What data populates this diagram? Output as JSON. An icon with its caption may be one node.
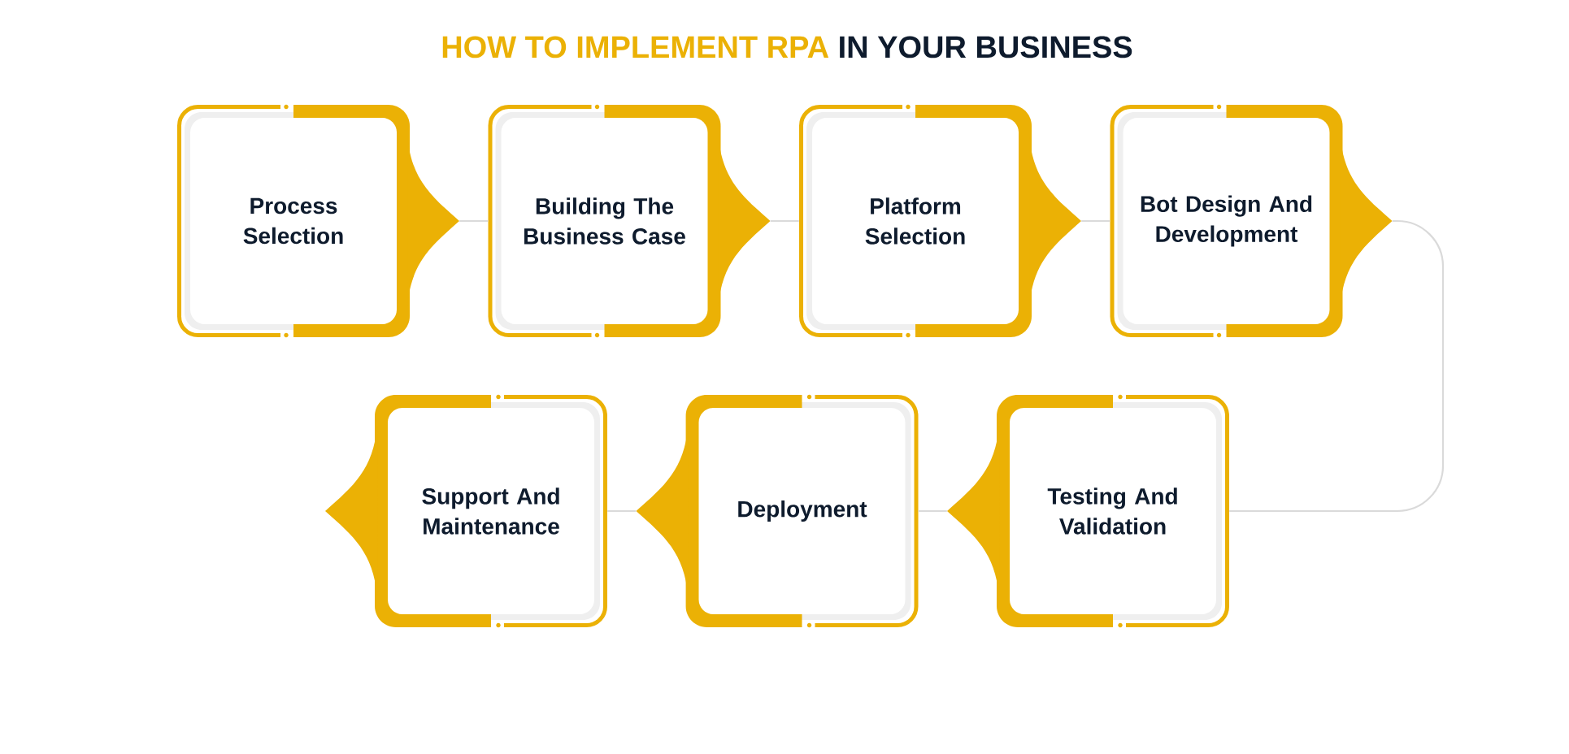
{
  "diagram": {
    "title": "**HOW TO IMPLEMENT RPA** IN YOUR BUSINESS",
    "nodes": [
      {
        "text": [
          "Process Selection"
        ]
      },
      {
        "text": [
          "Building The Business Case"
        ]
      },
      {
        "text": [
          "Platform Selection"
        ]
      },
      {
        "text": [
          "Bot Design And Development"
        ]
      },
      {
        "text": [
          "Testing And Validation"
        ]
      },
      {
        "text": [
          "Deployment"
        ]
      },
      {
        "text": [
          "Support And Maintenance"
        ]
      }
    ],
    "edges": [
      {
        "from": 0,
        "to": 1,
        "arrow": "none"
      },
      {
        "from": 1,
        "to": 2,
        "arrow": "none"
      },
      {
        "from": 2,
        "to": 3,
        "arrow": "none"
      },
      {
        "from": 3,
        "to": 4,
        "arrow": "none"
      },
      {
        "from": 4,
        "to": 5,
        "arrow": "none"
      },
      {
        "from": 5,
        "to": 6,
        "arrow": "none"
      }
    ]
  }
}
